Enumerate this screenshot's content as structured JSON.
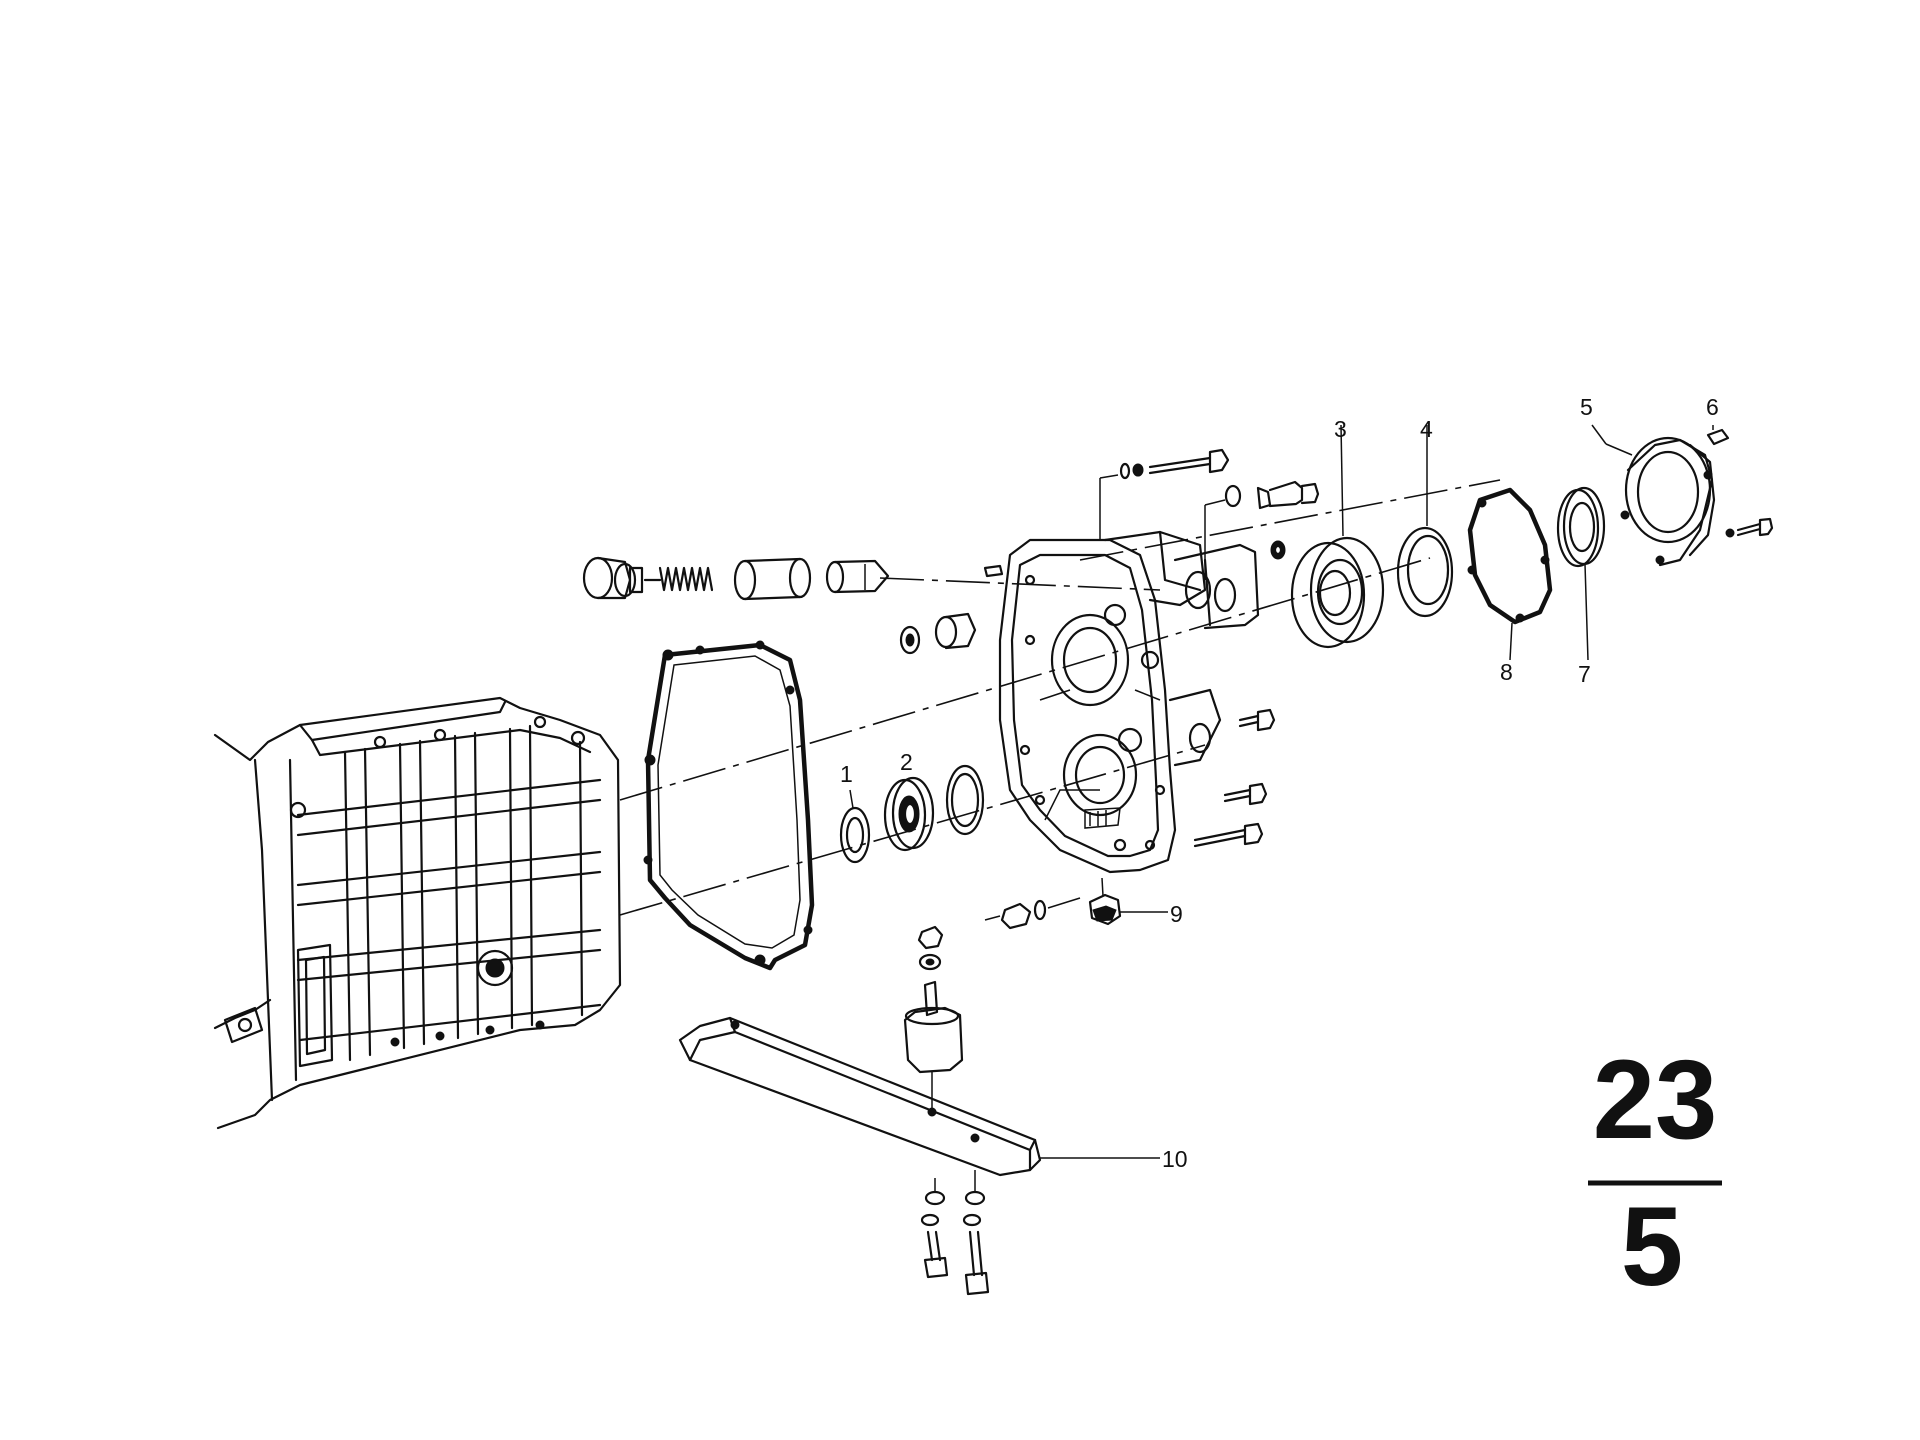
{
  "diagram": {
    "part_labels": {
      "p1": "1",
      "p2": "2",
      "p3": "3",
      "p4": "4",
      "p5": "5",
      "p6": "6",
      "p7": "7",
      "p8": "8",
      "p9": "9",
      "p10": "10"
    },
    "page_number": {
      "group": "23",
      "sheet": "5"
    }
  }
}
